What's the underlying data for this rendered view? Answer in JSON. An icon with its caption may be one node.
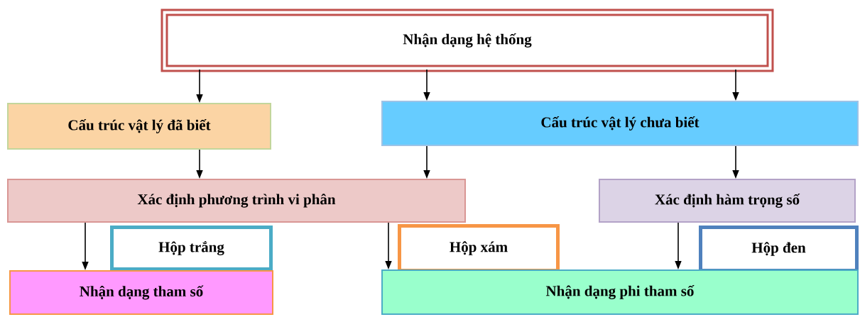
{
  "diagram": {
    "nodes": [
      {
        "text": [
          "Nhận dạng hệ thống"
        ]
      },
      {
        "text": [
          "Cấu trúc vật lý đã biết"
        ]
      },
      {
        "text": [
          "Cấu trúc vật lý chưa biết"
        ]
      },
      {
        "text": [
          "Xác định phương trình vi phân"
        ]
      },
      {
        "text": [
          "Xác định hàm trọng số"
        ]
      },
      {
        "text": [
          "Hộp trắng"
        ]
      },
      {
        "text": [
          "Hộp xám"
        ]
      },
      {
        "text": [
          "Hộp đen"
        ]
      },
      {
        "text": [
          "Nhận dạng tham số"
        ]
      },
      {
        "text": [
          "Nhận dạng phi tham số"
        ]
      }
    ],
    "edges": [
      {
        "from": 0,
        "to": 1,
        "arrow": "to"
      },
      {
        "from": 0,
        "to": 2,
        "arrow": "to"
      },
      {
        "from": 0,
        "to": 2,
        "arrow": "to"
      },
      {
        "from": 1,
        "to": 3,
        "arrow": "to"
      },
      {
        "from": 2,
        "to": 3,
        "arrow": "to"
      },
      {
        "from": 2,
        "to": 4,
        "arrow": "to"
      },
      {
        "from": 3,
        "to": 8,
        "arrow": "to"
      },
      {
        "from": 3,
        "to": 9,
        "arrow": "to"
      },
      {
        "from": 4,
        "to": 9,
        "arrow": "to"
      }
    ]
  }
}
